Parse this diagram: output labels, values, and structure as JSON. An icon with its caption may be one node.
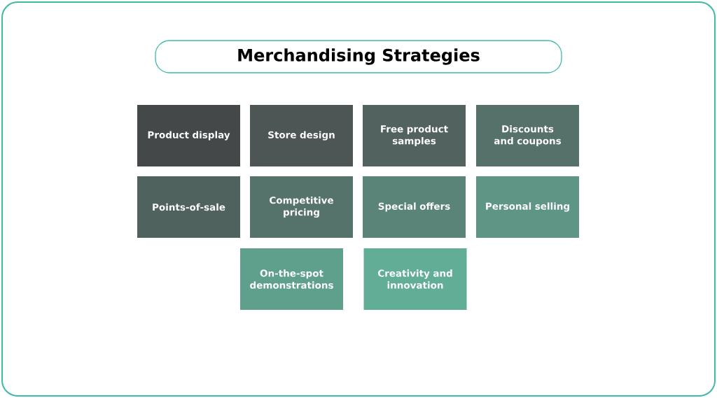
{
  "diagram": {
    "title": "Merchandising Strategies",
    "nodes": [
      {
        "text": [
          "Product display"
        ]
      },
      {
        "text": [
          "Store design"
        ]
      },
      {
        "text": [
          "Free product samples"
        ]
      },
      {
        "text": [
          "Discounts and coupons"
        ]
      },
      {
        "text": [
          "Points-of-sale"
        ]
      },
      {
        "text": [
          "Competitive pricing"
        ]
      },
      {
        "text": [
          "Special offers"
        ]
      },
      {
        "text": [
          "Personal selling"
        ]
      },
      {
        "text": [
          "On-the-spot demonstrations"
        ]
      },
      {
        "text": [
          "Creativity and innovation"
        ]
      }
    ]
  }
}
